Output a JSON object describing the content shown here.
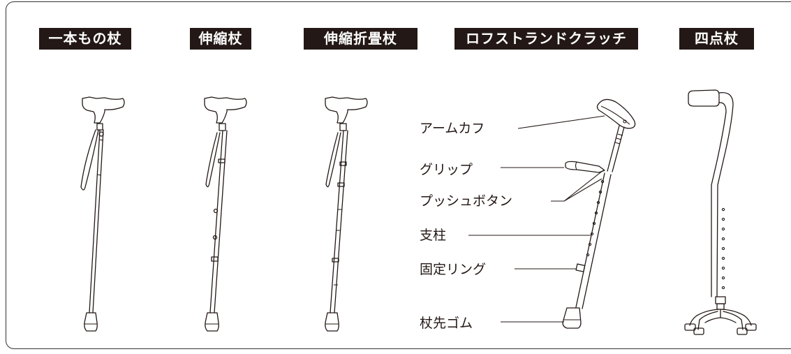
{
  "categories": [
    {
      "id": "single",
      "label": "一本もの杖"
    },
    {
      "id": "telescopic",
      "label": "伸縮杖"
    },
    {
      "id": "folding",
      "label": "伸縮折畳杖"
    },
    {
      "id": "crutch",
      "label": "ロフストランドクラッチ"
    },
    {
      "id": "quad",
      "label": "四点杖"
    }
  ],
  "crutch_parts": {
    "arm_cuff": "アームカフ",
    "grip": "グリップ",
    "push_button": "プッシュボタン",
    "shaft": "支柱",
    "fixing_ring": "固定リング",
    "rubber_tip": "杖先ゴム"
  }
}
